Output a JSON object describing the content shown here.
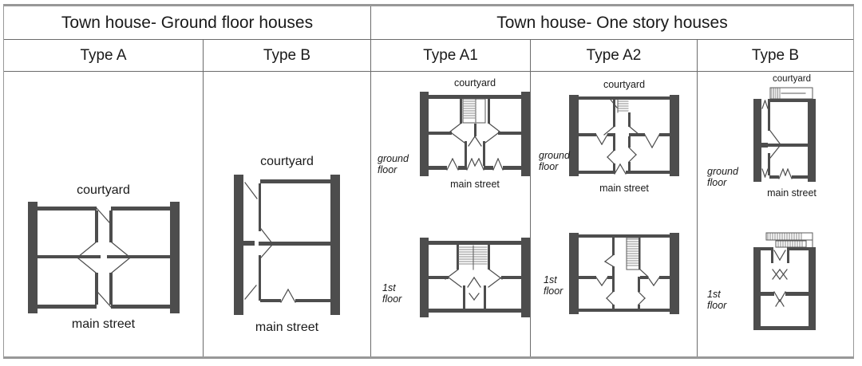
{
  "sections": {
    "ground": {
      "title": "Town house- Ground floor houses",
      "types": [
        "Type A",
        "Type B"
      ]
    },
    "one_story": {
      "title": "Town house- One story houses",
      "types": [
        "Type A1",
        "Type A2",
        "Type B"
      ]
    }
  },
  "labels": {
    "courtyard": "courtyard",
    "main_street": "main street",
    "ground_floor": "ground floor",
    "first_floor": "1st floor"
  },
  "colors": {
    "wall": "#4d4d4d",
    "table_border_outer": "#989898",
    "table_border_inner": "#6b6b6b"
  }
}
